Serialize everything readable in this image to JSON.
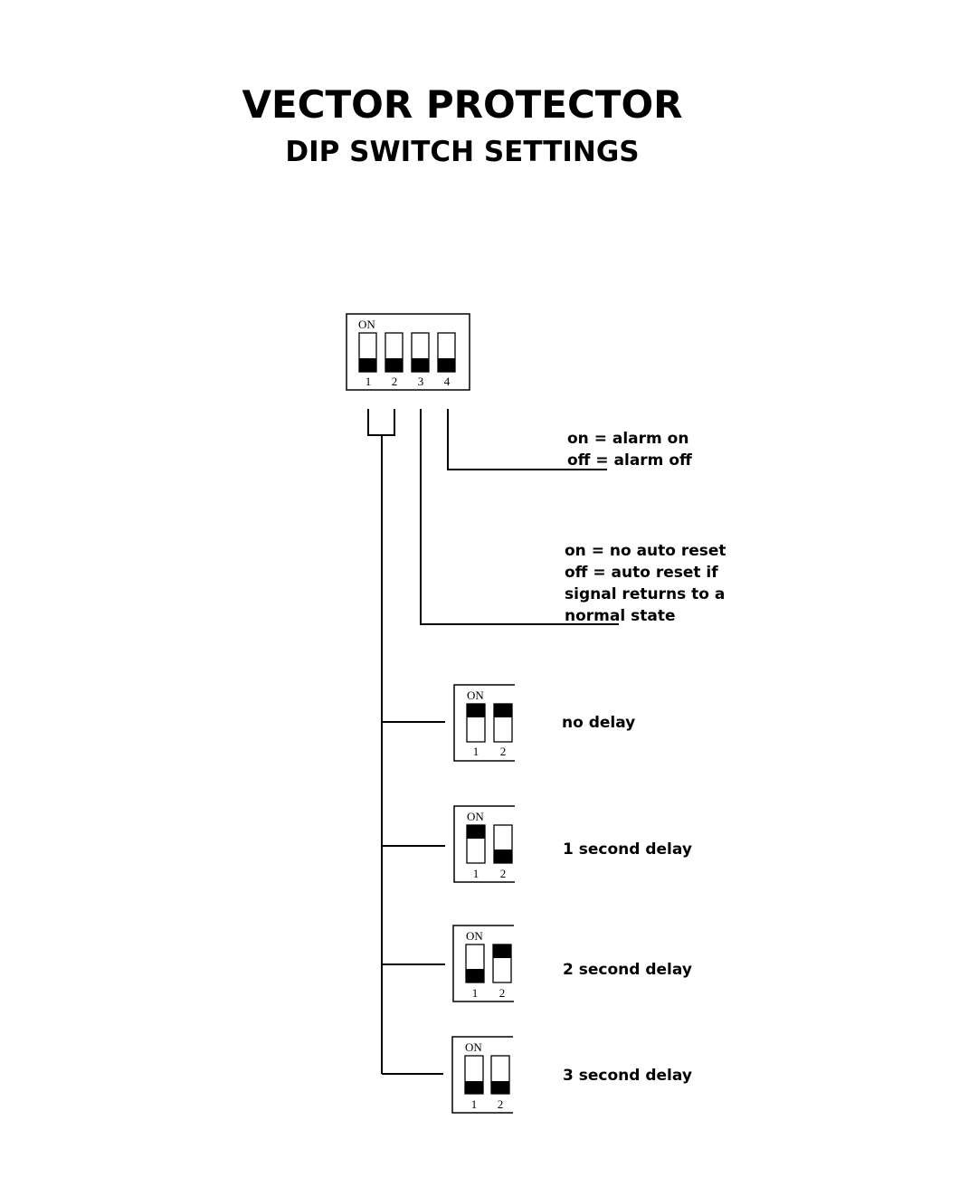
{
  "title": "VECTOR PROTECTOR",
  "subtitle": "DIP SWITCH SETTINGS",
  "main_switch": {
    "on_label": "ON",
    "positions": [
      "1",
      "2",
      "3",
      "4"
    ],
    "states": [
      "off",
      "off",
      "off",
      "off"
    ]
  },
  "switch4_notes": [
    "on = alarm on",
    "off = alarm off"
  ],
  "switch3_notes": [
    "on = no auto reset",
    "off = auto reset if",
    "signal returns to a",
    "normal state"
  ],
  "delay_options": [
    {
      "label": "no delay",
      "on_label": "ON",
      "positions": [
        "1",
        "2"
      ],
      "states": [
        "on",
        "on"
      ]
    },
    {
      "label": "1 second delay",
      "on_label": "ON",
      "positions": [
        "1",
        "2"
      ],
      "states": [
        "on",
        "off"
      ]
    },
    {
      "label": "2 second delay",
      "on_label": "ON",
      "positions": [
        "1",
        "2"
      ],
      "states": [
        "off",
        "on"
      ]
    },
    {
      "label": "3 second delay",
      "on_label": "ON",
      "positions": [
        "1",
        "2"
      ],
      "states": [
        "off",
        "off"
      ]
    }
  ]
}
